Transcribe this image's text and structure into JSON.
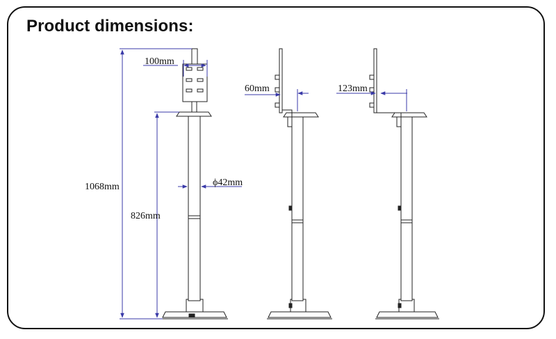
{
  "title": "Product dimensions:",
  "colors": {
    "frame": "#111111",
    "drawing": "#222222",
    "dimension_lines": "#3a3aa8"
  },
  "dimensions": {
    "plate_width": "100mm",
    "total_height": "1068mm",
    "pole_height": "826mm",
    "pole_diameter": "ϕ42mm",
    "side_offset": "60mm",
    "side_offset_back": "123mm"
  }
}
